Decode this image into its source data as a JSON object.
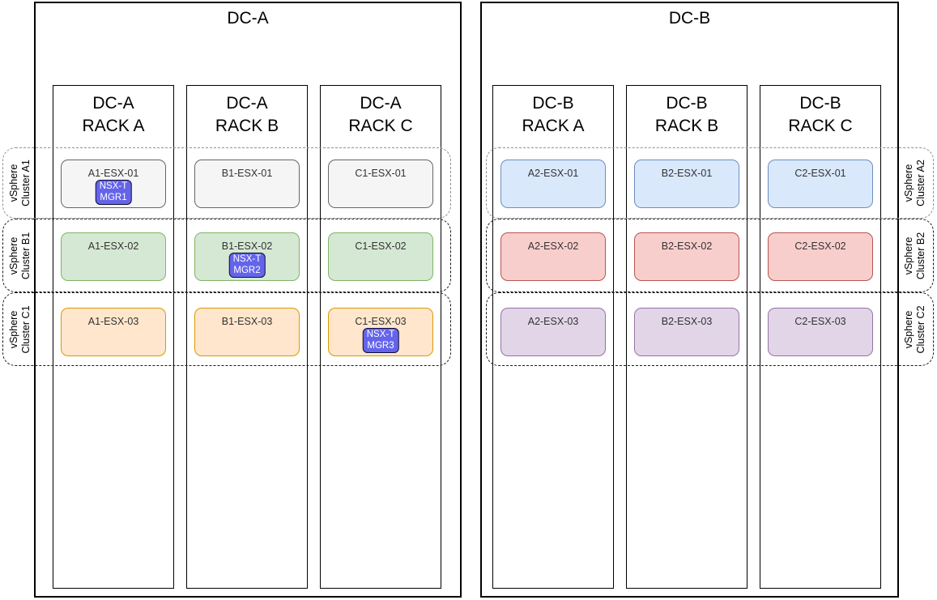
{
  "palette": {
    "host_gray": {
      "fill": "#f5f5f5",
      "stroke": "#666666"
    },
    "host_green": {
      "fill": "#d5e8d4",
      "stroke": "#82b366"
    },
    "host_orange": {
      "fill": "#ffe6cc",
      "stroke": "#d79b00"
    },
    "host_blue": {
      "fill": "#dae8fc",
      "stroke": "#6c8ebf"
    },
    "host_red": {
      "fill": "#f8cecc",
      "stroke": "#b85450"
    },
    "host_purple": {
      "fill": "#e1d5e7",
      "stroke": "#9673a6"
    },
    "nsx_badge": {
      "fill": "#6464eb",
      "stroke": "#0d0d33",
      "text": "#ffffff"
    },
    "cluster_row1_border": "#909090",
    "cluster_row23_border": "#1a1a1a",
    "box_border": "#000000"
  },
  "dc_a": {
    "title": "DC-A",
    "racks": [
      {
        "line1": "DC-A",
        "line2": "RACK A",
        "hosts": [
          {
            "label": "A1-ESX-01",
            "badge_line1": "NSX-T",
            "badge_line2": "MGR1"
          },
          {
            "label": "A1-ESX-02"
          },
          {
            "label": "A1-ESX-03"
          }
        ]
      },
      {
        "line1": "DC-A",
        "line2": "RACK B",
        "hosts": [
          {
            "label": "B1-ESX-01"
          },
          {
            "label": "B1-ESX-02",
            "badge_line1": "NSX-T",
            "badge_line2": "MGR2"
          },
          {
            "label": "B1-ESX-03"
          }
        ]
      },
      {
        "line1": "DC-A",
        "line2": "RACK C",
        "hosts": [
          {
            "label": "C1-ESX-01"
          },
          {
            "label": "C1-ESX-02"
          },
          {
            "label": "C1-ESX-03",
            "badge_line1": "NSX-T",
            "badge_line2": "MGR3"
          }
        ]
      }
    ],
    "clusters": [
      {
        "line1": "vSphere",
        "line2": "Cluster A1"
      },
      {
        "line1": "vSphere",
        "line2": "Cluster B1"
      },
      {
        "line1": "vSphere",
        "line2": "Cluster C1"
      }
    ]
  },
  "dc_b": {
    "title": "DC-B",
    "racks": [
      {
        "line1": "DC-B",
        "line2": "RACK A",
        "hosts": [
          {
            "label": "A2-ESX-01"
          },
          {
            "label": "A2-ESX-02"
          },
          {
            "label": "A2-ESX-03"
          }
        ]
      },
      {
        "line1": "DC-B",
        "line2": "RACK B",
        "hosts": [
          {
            "label": "B2-ESX-01"
          },
          {
            "label": "B2-ESX-02"
          },
          {
            "label": "B2-ESX-03"
          }
        ]
      },
      {
        "line1": "DC-B",
        "line2": "RACK C",
        "hosts": [
          {
            "label": "C2-ESX-01"
          },
          {
            "label": "C2-ESX-02"
          },
          {
            "label": "C2-ESX-03"
          }
        ]
      }
    ],
    "clusters": [
      {
        "line1": "vSphere",
        "line2": "Cluster A2"
      },
      {
        "line1": "vSphere",
        "line2": "Cluster B2"
      },
      {
        "line1": "vSphere",
        "line2": "Cluster C2"
      }
    ]
  }
}
